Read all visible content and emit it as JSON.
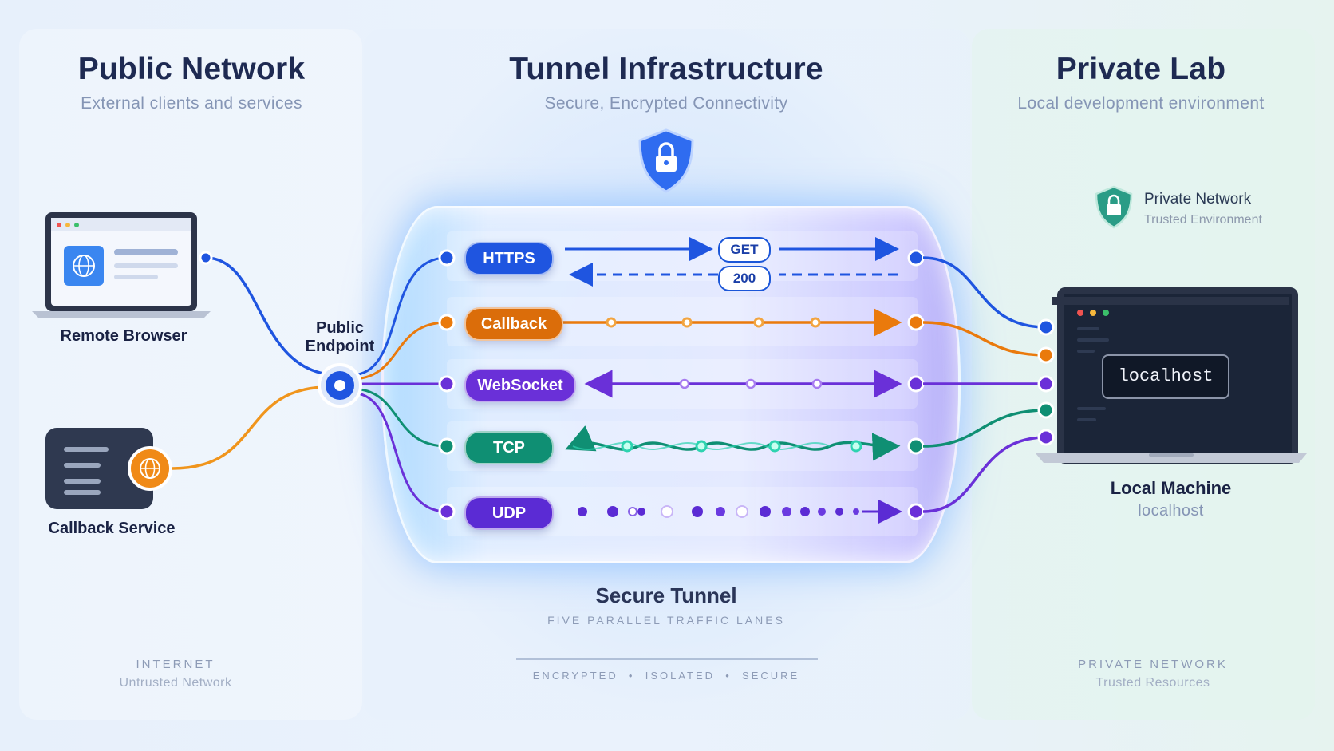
{
  "panels": {
    "public": {
      "title": "Public Network",
      "subtitle": "External clients and services",
      "footer_caps": "INTERNET",
      "footer_sub": "Untrusted Network"
    },
    "tunnel": {
      "title": "Tunnel Infrastructure",
      "subtitle": "Secure, Encrypted Connectivity",
      "caption": "Secure Tunnel",
      "caption_sub": "FIVE PARALLEL TRAFFIC LANES",
      "footer": "ENCRYPTED  •  ISOLATED  •  SECURE"
    },
    "private": {
      "title": "Private Lab",
      "subtitle": "Local development environment",
      "badge_title": "Private Network",
      "badge_sub": "Trusted Environment",
      "footer_caps": "PRIVATE NETWORK",
      "footer_sub": "Trusted Resources"
    }
  },
  "nodes": {
    "remote_browser": "Remote Browser",
    "callback_service": "Callback Service",
    "public_endpoint": "Public\nEndpoint",
    "local_machine": "Local Machine",
    "local_machine_sub": "localhost",
    "terminal_text": "localhost"
  },
  "lanes": [
    {
      "label": "HTTPS",
      "color": "#1f55e0",
      "style": "request-response"
    },
    {
      "label": "Callback",
      "color": "#ea7a0c",
      "style": "dotted-forward"
    },
    {
      "label": "WebSocket",
      "color": "#6a30d8",
      "style": "bidirectional"
    },
    {
      "label": "TCP",
      "color": "#0f8f73",
      "style": "wave-bidirectional"
    },
    {
      "label": "UDP",
      "color": "#5b2bd4",
      "style": "datagrams"
    }
  ],
  "https_messages": {
    "request": "GET",
    "response": "200"
  },
  "icons": {
    "tunnel_shield": "lock-shield-icon",
    "private_shield": "lock-shield-icon",
    "browser_globe": "globe-icon",
    "callback_globe": "globe-icon"
  },
  "colors": {
    "title": "#1e2a52",
    "https": "#1f55e0",
    "callback": "#ea7a0c",
    "websocket": "#6a30d8",
    "tcp": "#0f8f73",
    "udp": "#5b2bd4",
    "private_accent": "#2a9c86"
  }
}
